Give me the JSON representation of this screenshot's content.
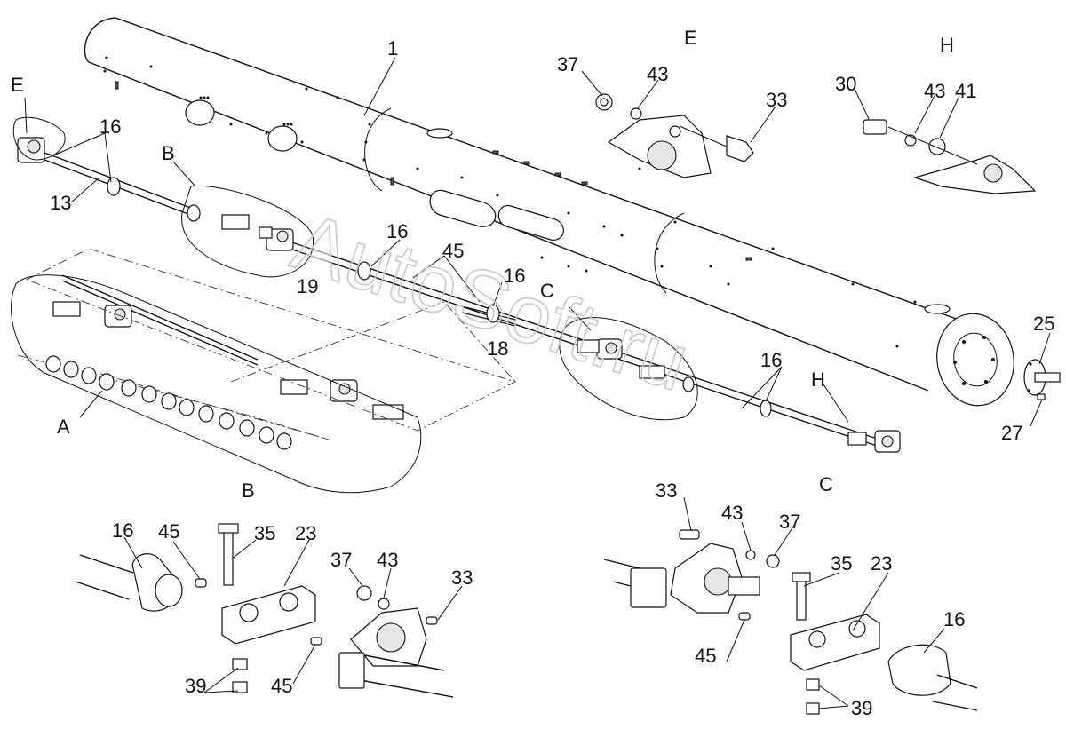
{
  "drawing": {
    "watermark": "AutoSoft.ru",
    "section_labels": {
      "E_main": "E",
      "E_detail": "E",
      "H_detail": "H",
      "H_main": "H",
      "B_top": "B",
      "B_bottom": "B",
      "C_top": "C",
      "C_bottom": "C",
      "A": "A"
    },
    "callouts": {
      "p1": "1",
      "p13": "13",
      "p16_a": "16",
      "p16_b": "16",
      "p16_c": "16",
      "p16_d": "16",
      "p16_e": "16",
      "p16_f": "16",
      "p18": "18",
      "p19": "19",
      "p45_a": "45",
      "p37_e": "37",
      "p43_e": "43",
      "p33_e": "33",
      "p30_h": "30",
      "p43_h": "43",
      "p41_h": "41",
      "p25": "25",
      "p27": "27",
      "p45_b1": "45",
      "p35_b": "35",
      "p23_b": "23",
      "p37_b": "37",
      "p43_b": "43",
      "p33_b": "33",
      "p39_b": "39",
      "p45_b2": "45",
      "p33_c": "33",
      "p43_c": "43",
      "p37_c": "37",
      "p35_c": "35",
      "p23_c": "23",
      "p45_c": "45",
      "p39_c": "39"
    }
  }
}
